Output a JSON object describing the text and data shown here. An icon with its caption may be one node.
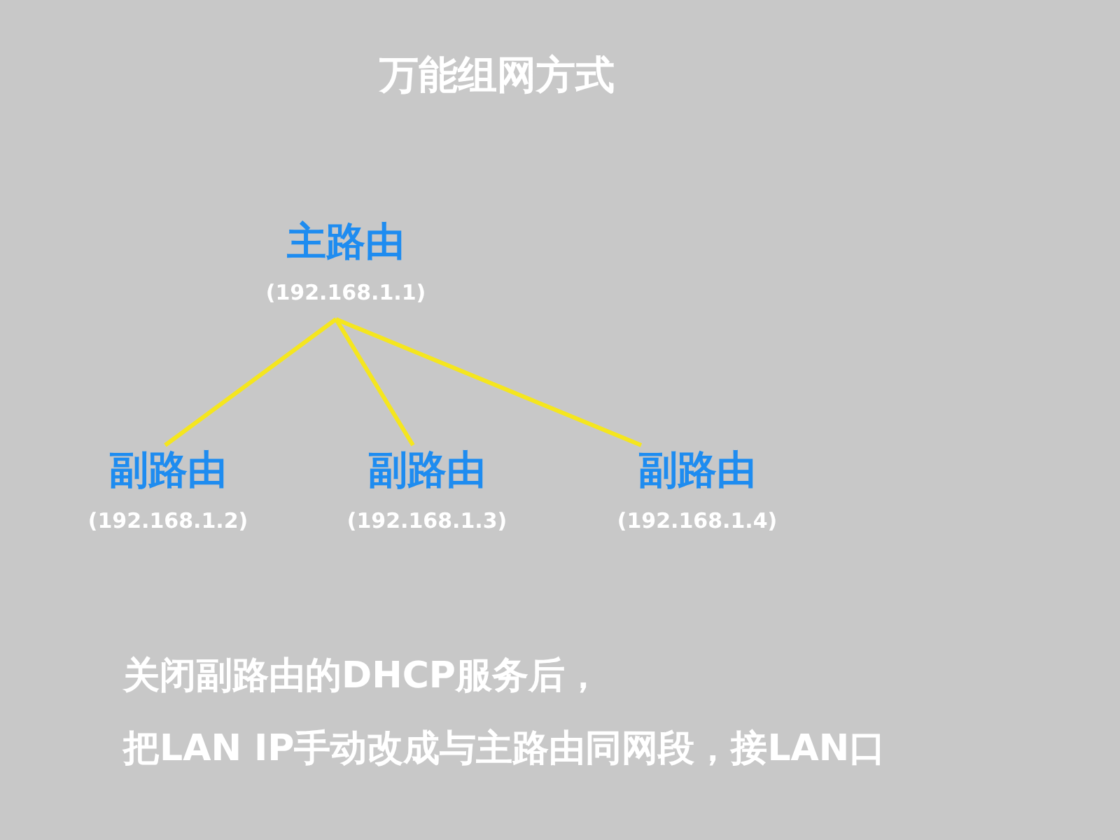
{
  "diagram": {
    "title": "万能组网方式",
    "nodes": [
      {
        "text": [
          "主路由",
          "(192.168.1.1)"
        ]
      },
      {
        "text": [
          "副路由",
          "(192.168.1.2)"
        ]
      },
      {
        "text": [
          "副路由",
          "(192.168.1.3)"
        ]
      },
      {
        "text": [
          "副路由",
          "(192.168.1.4)"
        ]
      }
    ],
    "edges": [
      {
        "from": 0,
        "to": 1,
        "arrow": "none"
      },
      {
        "from": 0,
        "to": 2,
        "arrow": "none"
      },
      {
        "from": 0,
        "to": 3,
        "arrow": "none"
      }
    ],
    "labels": [
      "关闭副路由的DHCP服务后，",
      "把LAN IP手动改成与主路由同网段，接LAN口"
    ]
  }
}
